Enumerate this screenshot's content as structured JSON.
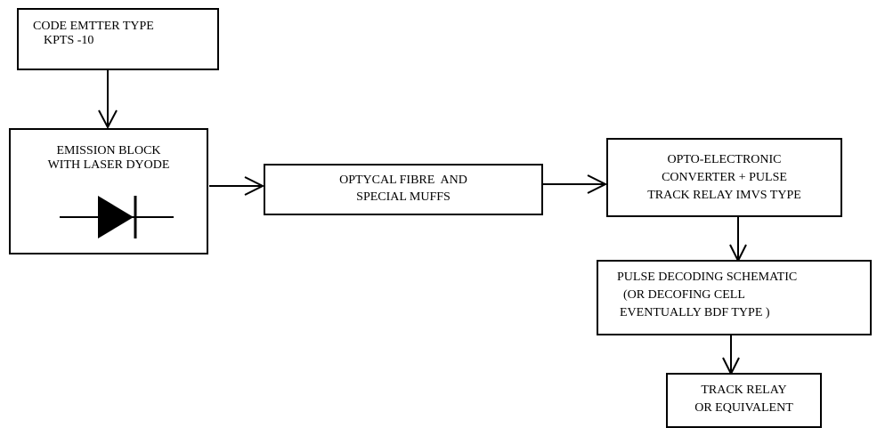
{
  "blocks": {
    "code_emitter": {
      "lines": [
        "CODE EMTTER TYPE",
        "KPTS -10"
      ]
    },
    "emission": {
      "lines": [
        "EMISSION BLOCK",
        "WITH LASER DYODE"
      ],
      "symbol": "laser-diode"
    },
    "fibre": {
      "lines": [
        "OPTYCAL FIBRE  AND",
        "SPECIAL MUFFS"
      ]
    },
    "converter": {
      "lines": [
        "OPTO-ELECTRONIC",
        "CONVERTER + PULSE",
        "TRACK RELAY IMVS TYPE"
      ]
    },
    "decoding": {
      "lines": [
        "PULSE DECODING SCHEMATIC",
        "(OR DECOFING CELL",
        "EVENTUALLY BDF TYPE )"
      ]
    },
    "track_relay": {
      "lines": [
        "TRACK RELAY",
        "OR EQUIVALENT"
      ]
    }
  },
  "connections": [
    [
      "code_emitter",
      "emission"
    ],
    [
      "emission",
      "fibre"
    ],
    [
      "fibre",
      "converter"
    ],
    [
      "converter",
      "decoding"
    ],
    [
      "decoding",
      "track_relay"
    ]
  ],
  "style": {
    "line_color": "#000000",
    "box_fill": "#ffffff"
  }
}
